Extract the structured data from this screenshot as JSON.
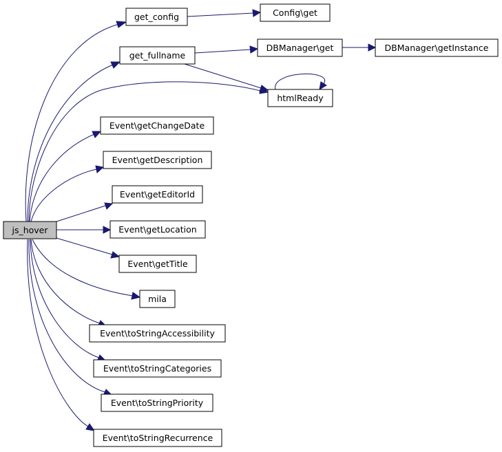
{
  "colors": {
    "edge": "#191970",
    "root_fill": "#bfbfbf",
    "node_fill": "#ffffff",
    "node_border": "#000000"
  },
  "nodes": {
    "js_hover": "js_hover",
    "get_config": "get_config",
    "config_get": "Config\\get",
    "get_fullname": "get_fullname",
    "dbmanager_get": "DBManager\\get",
    "dbmanager_getinstance": "DBManager\\getInstance",
    "htmlready": "htmlReady",
    "event_getchangedate": "Event\\getChangeDate",
    "event_getdescription": "Event\\getDescription",
    "event_geteditorid": "Event\\getEditorId",
    "event_getlocation": "Event\\getLocation",
    "event_gettitle": "Event\\getTitle",
    "mila": "mila",
    "event_tostringaccessibility": "Event\\toStringAccessibility",
    "event_tostringcategories": "Event\\toStringCategories",
    "event_tostringpriority": "Event\\toStringPriority",
    "event_tostringrecurrence": "Event\\toStringRecurrence"
  }
}
